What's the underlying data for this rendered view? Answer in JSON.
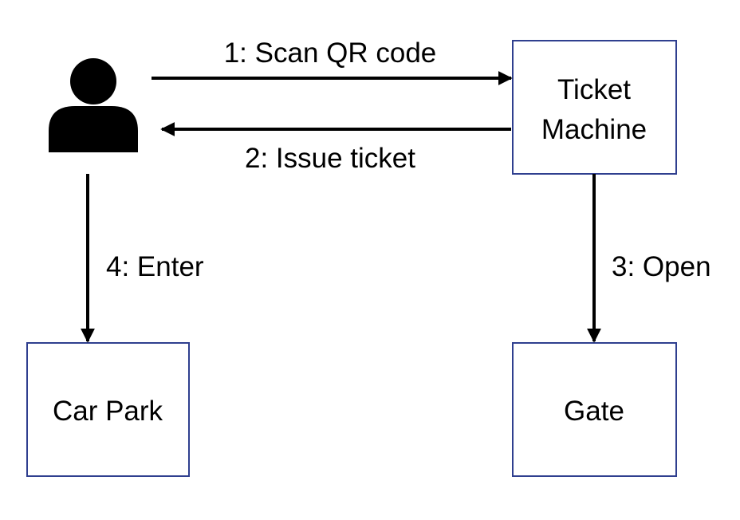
{
  "nodes": {
    "ticket_machine": {
      "line1": "Ticket",
      "line2": "Machine"
    },
    "car_park": {
      "label": "Car Park"
    },
    "gate": {
      "label": "Gate"
    },
    "user": {
      "icon": "person-icon"
    }
  },
  "edges": {
    "scan_qr": {
      "label": "1: Scan QR code"
    },
    "issue_ticket": {
      "label": "2: Issue ticket"
    },
    "open": {
      "label": "3: Open"
    },
    "enter": {
      "label": "4: Enter"
    }
  },
  "colors": {
    "box_border": "#2f3f8f",
    "arrow": "#000000",
    "text": "#000000"
  }
}
